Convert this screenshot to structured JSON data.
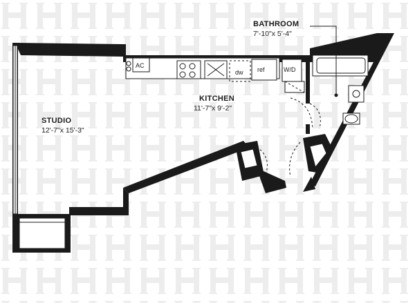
{
  "rooms": {
    "bathroom": {
      "name": "BATHROOM",
      "dims": "7'-10\"x 5'-4\""
    },
    "kitchen": {
      "name": "KITCHEN",
      "dims": "11'-7\"x 9'-2\""
    },
    "studio": {
      "name": "STUDIO",
      "dims": "12'-7\"x 15'-3\""
    }
  },
  "fixtures": {
    "ac": "AC",
    "dishwasher": "dw",
    "refrigerator": "ref",
    "washer_dryer": "W/D"
  },
  "icons": {
    "watermark": "brand-h-logo-icon",
    "entry": "entry-arrow-icon"
  },
  "colors": {
    "wall": "#1a1a1a",
    "watermark": "#ededed",
    "background": "#ffffff"
  }
}
